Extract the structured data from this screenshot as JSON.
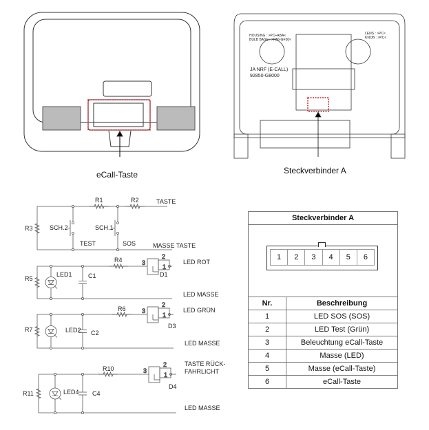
{
  "illustrations": {
    "front_caption": "eCall-Taste",
    "rear_caption": "Steckverbinder A",
    "rear_markings": [
      "HOUSING : >PC+ABA<",
      "BULB BASE : >PA6-GF30<",
      "LENS : >PC<",
      "KNOB : >PC<",
      "JA NRF (E-CALL)",
      "92850-G8000"
    ]
  },
  "schematic": {
    "labels": {
      "r1": "R1",
      "r2": "R2",
      "r3": "R3",
      "r4": "R4",
      "r5": "R5",
      "r6": "R6",
      "r7": "R7",
      "r10": "R10",
      "r11": "R11",
      "sch1": "SCH.1",
      "sch2": "SCH.2",
      "test": "TEST",
      "sos": "SOS",
      "taste": "TASTE",
      "masse_taste": "MASSE TASTE",
      "led1": "LED1",
      "led2": "LED2",
      "led4": "LED4",
      "c1": "C1",
      "c2": "C2",
      "c4": "C4",
      "d1": "D1",
      "d3": "D3",
      "d4": "D4",
      "led_rot": "LED ROT",
      "led_gruen": "LED GRÜN",
      "led_masse": "LED MASSE",
      "taste_rueck_1": "TASTE RÜCK-",
      "taste_rueck_2": "FAHRLICHT",
      "pin1": "1",
      "pin2": "2",
      "pin3": "3"
    }
  },
  "connector_table": {
    "title": "Steckverbinder A",
    "pins": [
      "1",
      "2",
      "3",
      "4",
      "5",
      "6"
    ],
    "headers": {
      "nr": "Nr.",
      "desc": "Beschreibung"
    },
    "rows": [
      {
        "nr": "1",
        "desc": "LED SOS (SOS)"
      },
      {
        "nr": "2",
        "desc": "LED Test (Grün)"
      },
      {
        "nr": "3",
        "desc": "Beleuchtung eCall-Taste"
      },
      {
        "nr": "4",
        "desc": "Masse (LED)"
      },
      {
        "nr": "5",
        "desc": "Masse (eCall-Taste)"
      },
      {
        "nr": "6",
        "desc": "eCall-Taste"
      }
    ],
    "highlight_color": "#d0262d"
  }
}
